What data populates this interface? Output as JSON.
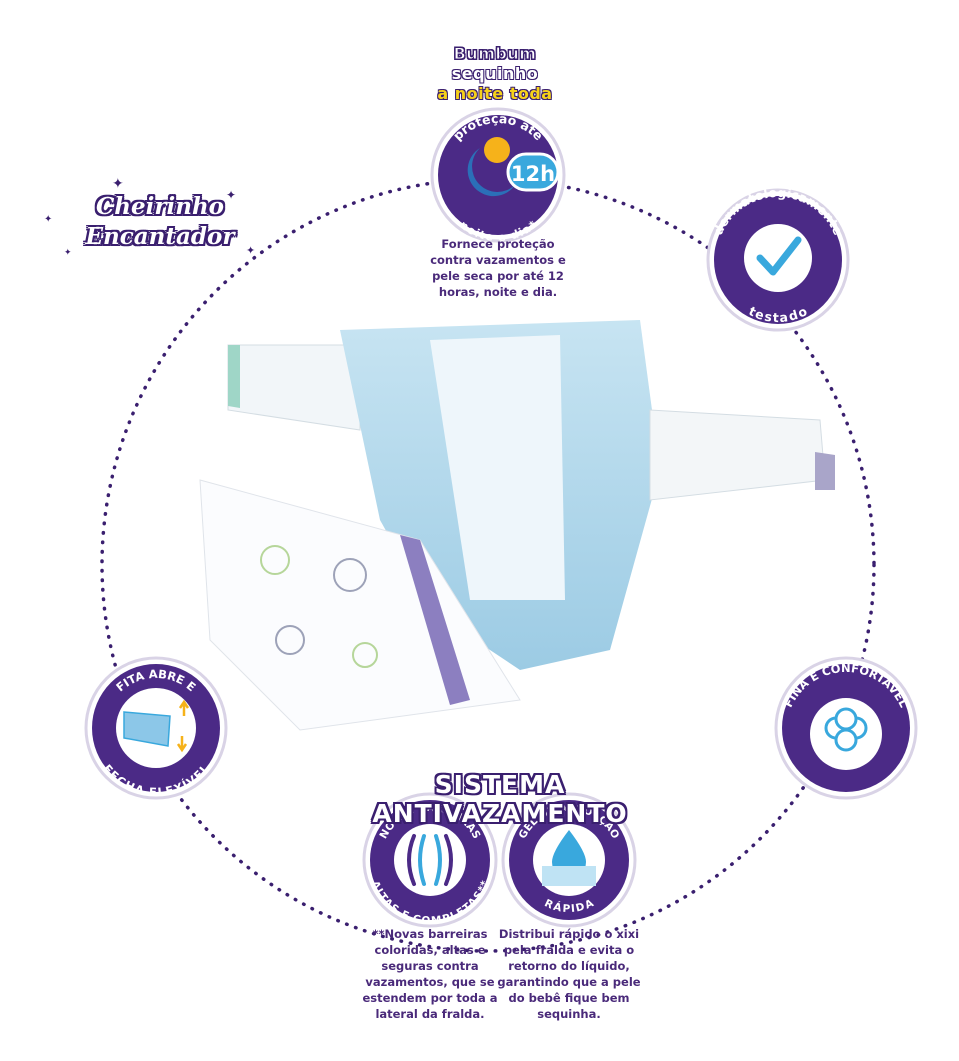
{
  "colors": {
    "purple": "#4b2a86",
    "purple_dark": "#3a1f6f",
    "ring_border": "#d9d3e6",
    "blue": "#39a8dd",
    "yellow": "#f6d21a",
    "diaper_blue": "#a9d4ea"
  },
  "brand": {
    "line1": "Bumbum",
    "line2": "sequinho",
    "line3": "a noite toda"
  },
  "scent": {
    "line1": "Cheirinho",
    "line2": "Encantador"
  },
  "protection": {
    "arc_top": "proteção até",
    "hours": "12h",
    "arc_bottom": "noite e dia*",
    "description": [
      "Fornece proteção",
      "contra vazamentos e",
      "pele seca por até 12",
      "horas, noite e dia."
    ]
  },
  "derm": {
    "arc_top": "dermatologicamente",
    "arc_bottom": "testado",
    "icon": "checkmark-icon"
  },
  "tape": {
    "arc_top": "FITA ABRE E",
    "arc_bottom": "FECHA FLEXÍVEL",
    "icon": "tape-icon"
  },
  "soft": {
    "arc_top": "FINA E CONFORTÁVEL",
    "icon": "cotton-icon"
  },
  "system": {
    "title": "SISTEMA ANTIVAZAMENTO"
  },
  "barriers": {
    "arc_top": "NOVAS BARREIRAS",
    "arc_bottom": "ALTAS E COMPLETAS**",
    "icon": "barrier-icon",
    "description": [
      "**Novas barreiras",
      "coloridas, altas e",
      "seguras contra",
      "vazamentos, que se",
      "estendem por toda a",
      "lateral da fralda."
    ]
  },
  "gel": {
    "arc_top": "GEL DE ABSORÇÃO",
    "arc_bottom": "RÁPIDA",
    "icon": "droplet-icon",
    "description": [
      "Distribui rápido o xixi",
      "pela fralda e evita o",
      "retorno do líquido,",
      "garantindo que a pele",
      "do bebê fique bem",
      "sequinha."
    ]
  }
}
